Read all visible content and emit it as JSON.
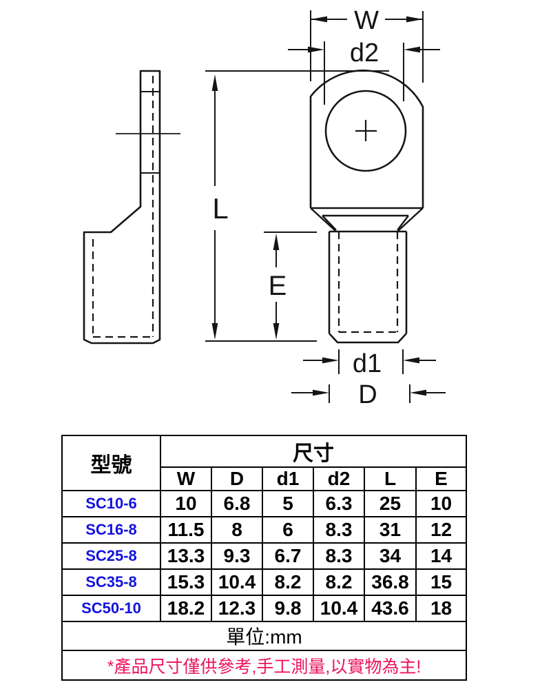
{
  "drawing": {
    "labels": {
      "w": "W",
      "d2": "d2",
      "l": "L",
      "e": "E",
      "d1": "d1",
      "d": "D"
    }
  },
  "table": {
    "model_header": "型號",
    "size_header": "尺寸",
    "columns": [
      "W",
      "D",
      "d1",
      "d2",
      "L",
      "E"
    ],
    "rows": [
      {
        "model": "SC10-6",
        "values": [
          "10",
          "6.8",
          "5",
          "6.3",
          "25",
          "10"
        ]
      },
      {
        "model": "SC16-8",
        "values": [
          "11.5",
          "8",
          "6",
          "8.3",
          "31",
          "12"
        ]
      },
      {
        "model": "SC25-8",
        "values": [
          "13.3",
          "9.3",
          "6.7",
          "8.3",
          "34",
          "14"
        ]
      },
      {
        "model": "SC35-8",
        "values": [
          "15.3",
          "10.4",
          "8.2",
          "8.2",
          "36.8",
          "15"
        ]
      },
      {
        "model": "SC50-10",
        "values": [
          "18.2",
          "12.3",
          "9.8",
          "10.4",
          "43.6",
          "18"
        ]
      }
    ],
    "unit_note": "單位:mm",
    "footnote": "*產品尺寸僅供參考,手工測量,以實物為主!"
  },
  "colors": {
    "line": "#151515",
    "model_blue": "#1212dd",
    "note_red": "#ed1460",
    "background": "#ffffff"
  }
}
